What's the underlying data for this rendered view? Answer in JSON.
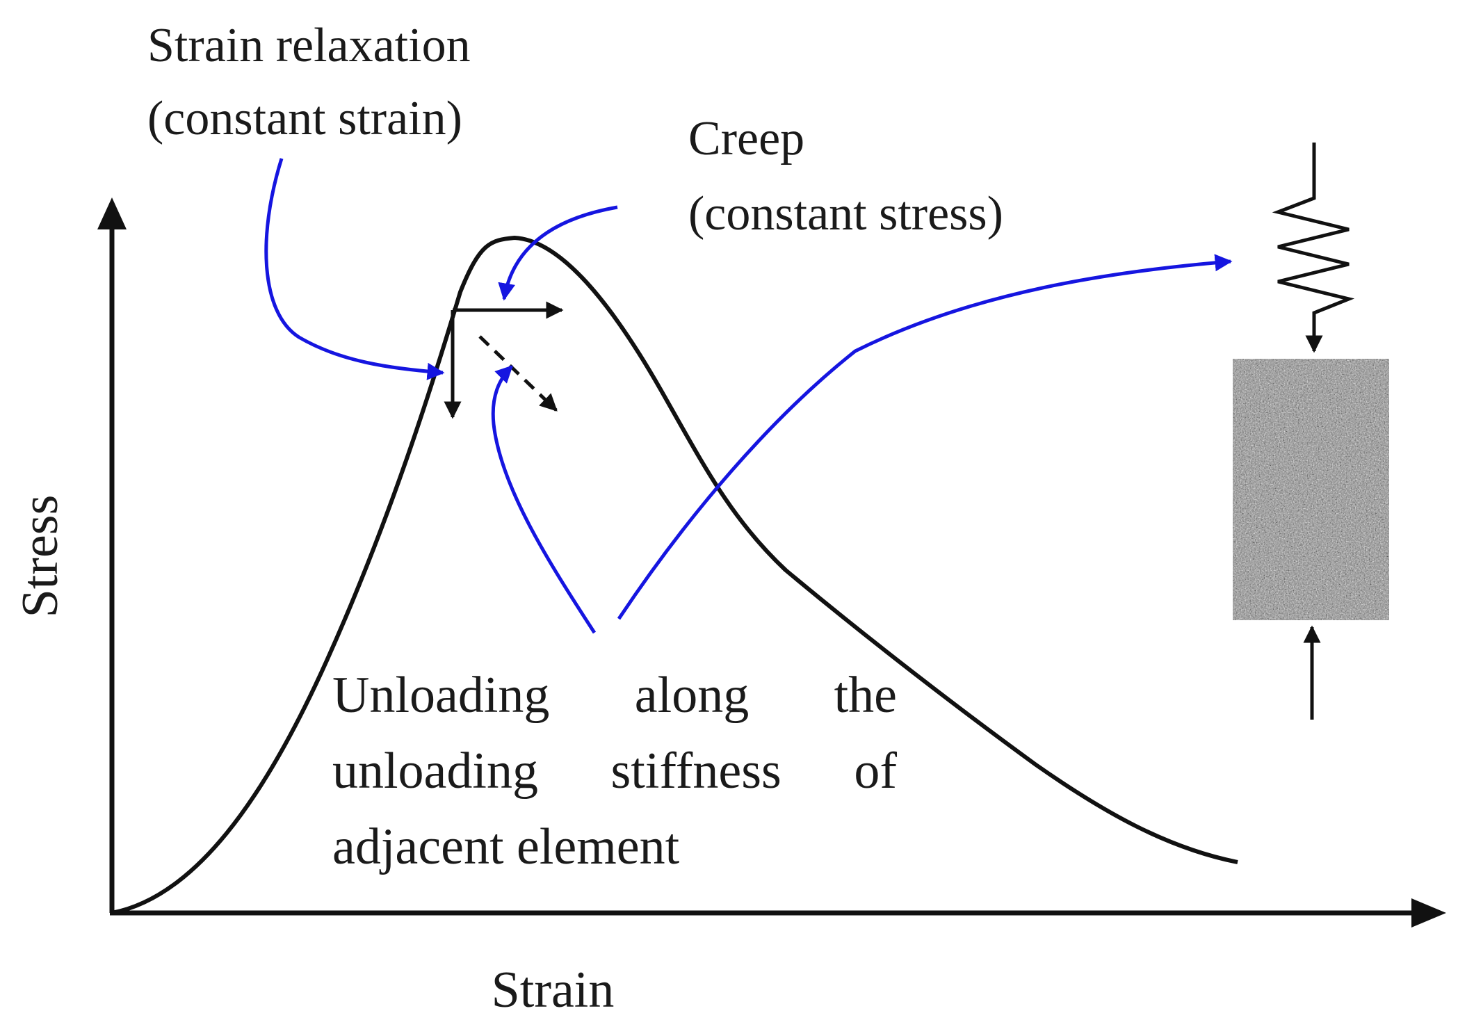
{
  "labels": {
    "strain_relaxation_line1": "Strain relaxation",
    "strain_relaxation_line2": "(constant strain)",
    "creep_line1": "Creep",
    "creep_line2": "(constant stress)",
    "unloading_line1": "Unloading along the",
    "unloading_line2": "unloading stiffness of",
    "unloading_line3": "adjacent element",
    "x_axis": "Strain",
    "y_axis": "Stress"
  },
  "colors": {
    "curve": "#111111",
    "annotation_arrows": "#1515e0",
    "axes": "#111111",
    "specimen": "#9a9a9a"
  }
}
